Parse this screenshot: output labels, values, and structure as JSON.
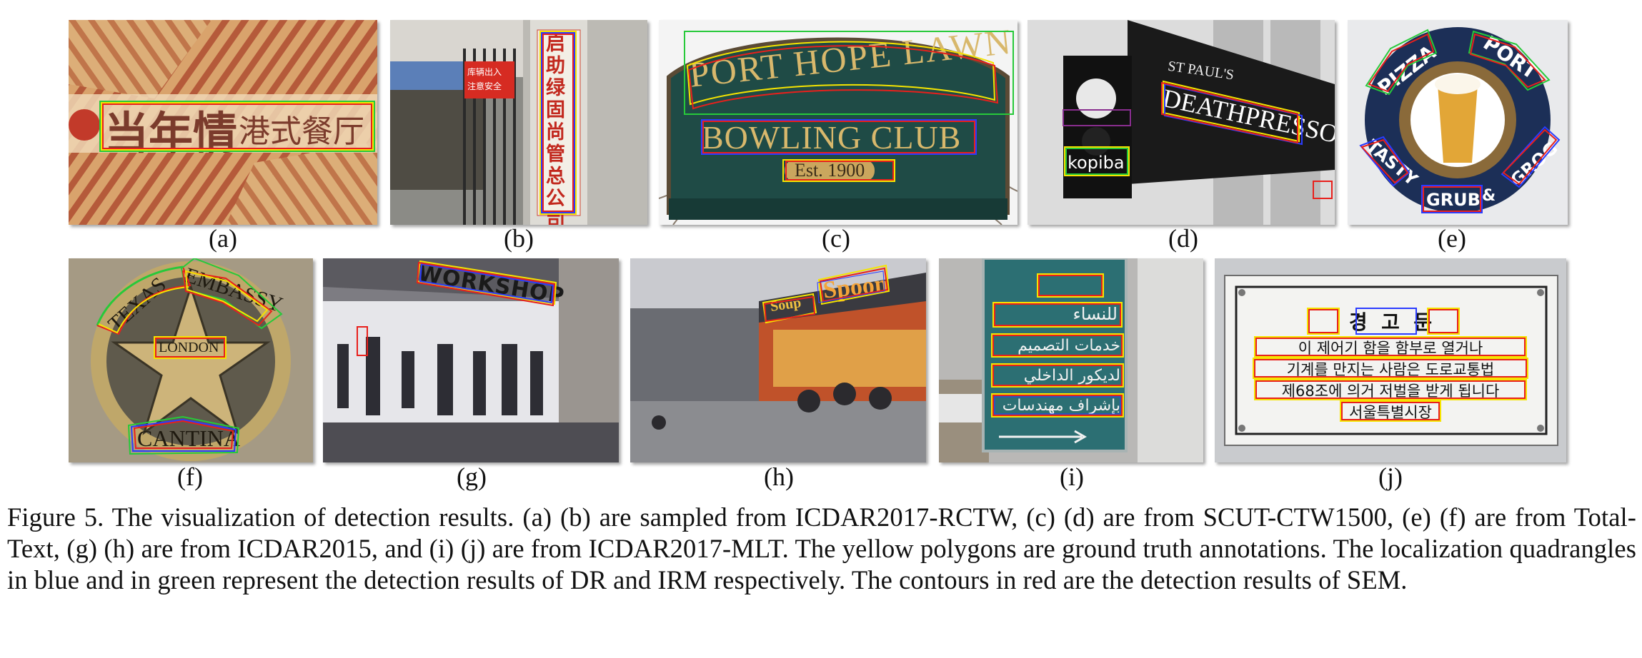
{
  "figure": {
    "panels": [
      {
        "id": "a",
        "label": "(a)",
        "texts": [
          "当年情",
          "港式餐厅"
        ]
      },
      {
        "id": "b",
        "label": "(b)",
        "texts": [
          "库辆出入",
          "注意安全",
          "启助绿固尚管总公司档案馆"
        ]
      },
      {
        "id": "c",
        "label": "(c)",
        "texts": [
          "PORT HOPE LAWN",
          "BOWLING CLUB",
          "Est. 1900"
        ]
      },
      {
        "id": "d",
        "label": "(d)",
        "texts": [
          "ST PAUL'S",
          "DEATHPRESSO",
          "kopiba"
        ]
      },
      {
        "id": "e",
        "label": "(e)",
        "texts": [
          "PIZZA",
          "PORT",
          "TASTY",
          "GRUB",
          "&",
          "GROG"
        ]
      },
      {
        "id": "f",
        "label": "(f)",
        "texts": [
          "TEXAS",
          "EMBASSY",
          "LONDON",
          "CANTINA"
        ]
      },
      {
        "id": "g",
        "label": "(g)",
        "texts": [
          "WORKSHOP"
        ]
      },
      {
        "id": "h",
        "label": "(h)",
        "texts": [
          "Soup",
          "Spoon"
        ]
      },
      {
        "id": "i",
        "label": "(i)",
        "texts": [
          "للنساء",
          "خدمات التصميم",
          "لديكور الداخلي",
          "بإشراف مهندسات"
        ]
      },
      {
        "id": "j",
        "label": "(j)",
        "texts": [
          "경  고  문",
          "이 제어기 함을 함부로 열거나",
          "기계를 만지는 사람은 도로교통법",
          "제68조에 의거 저벌을 받게 됩니다",
          "서울특별시장"
        ]
      }
    ],
    "caption": "Figure 5. The visualization of detection results. (a) (b) are sampled from ICDAR2017-RCTW, (c) (d) are from SCUT-CTW1500, (e) (f) are from Total-Text, (g) (h) are from ICDAR2015, and (i) (j) are from ICDAR2017-MLT. The yellow polygons are ground truth annotations. The localization quadrangles in blue and in green represent the detection results of DR and IRM respectively. The contours in red are the detection results of SEM.",
    "colors": {
      "ground_truth": "#f5e400",
      "dr": "#2a3cff",
      "irm": "#27c93a",
      "sem": "#e8201c"
    }
  }
}
